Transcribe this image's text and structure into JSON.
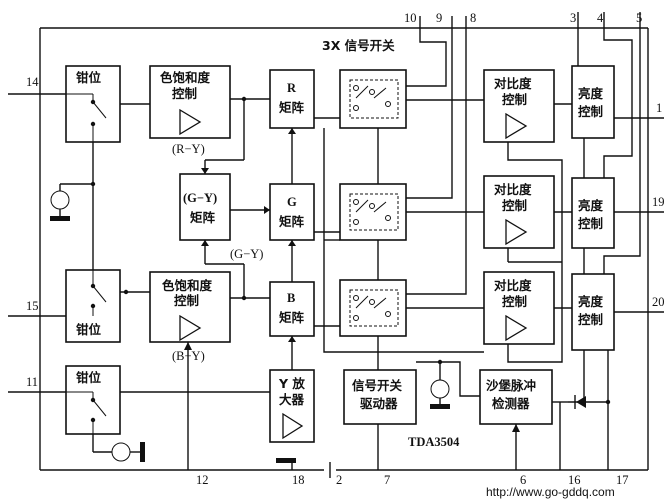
{
  "diagram": {
    "top_title": "3X 信号开关",
    "chip_label": "TDA3504",
    "watermark": "http://www.go-gddq.com",
    "blocks": {
      "clamp1": "钳位",
      "clamp2": "钳位",
      "clamp3": "钳位",
      "sat1_l1": "色饱和度",
      "sat1_l2": "控制",
      "sat2_l1": "色饱和度",
      "sat2_l2": "控制",
      "gy_l1": "(G−Y)",
      "gy_l2": "矩阵",
      "r_l1": "R",
      "r_l2": "矩阵",
      "g_l1": "G",
      "g_l2": "矩阵",
      "b_l1": "B",
      "b_l2": "矩阵",
      "y_l1": "Y 放",
      "y_l2": "大器",
      "drv_l1": "信号开关",
      "drv_l2": "驱动器",
      "con_l1": "对比度",
      "con_l2": "控制",
      "bri_l1": "亮度",
      "bri_l2": "控制",
      "sand_l1": "沙堡脉冲",
      "sand_l2": "检测器"
    },
    "signals": {
      "ry": "(R−Y)",
      "gy": "(G−Y)",
      "by": "(B−Y)"
    },
    "pins": {
      "p14": "14",
      "p15": "15",
      "p11": "11",
      "p10": "10",
      "p9": "9",
      "p8": "8",
      "p3": "3",
      "p4": "4",
      "p5": "5",
      "p1": "1",
      "p19": "19",
      "p20": "20",
      "p12": "12",
      "p18": "18",
      "p2": "2",
      "p7": "7",
      "p6": "6",
      "p16": "16",
      "p17": "17"
    }
  }
}
